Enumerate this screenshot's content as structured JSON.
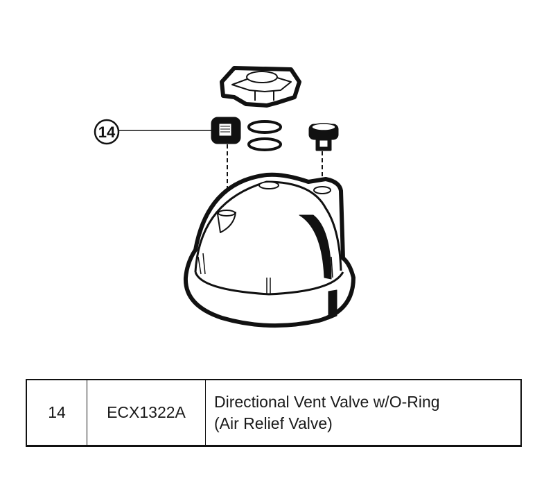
{
  "diagram": {
    "callout_label": "14"
  },
  "parts_table": {
    "rows": [
      {
        "number": "14",
        "part_number": "ECX1322A",
        "description_line1": "Directional Vent Valve w/O-Ring",
        "description_line2": "(Air Relief Valve)"
      }
    ]
  }
}
